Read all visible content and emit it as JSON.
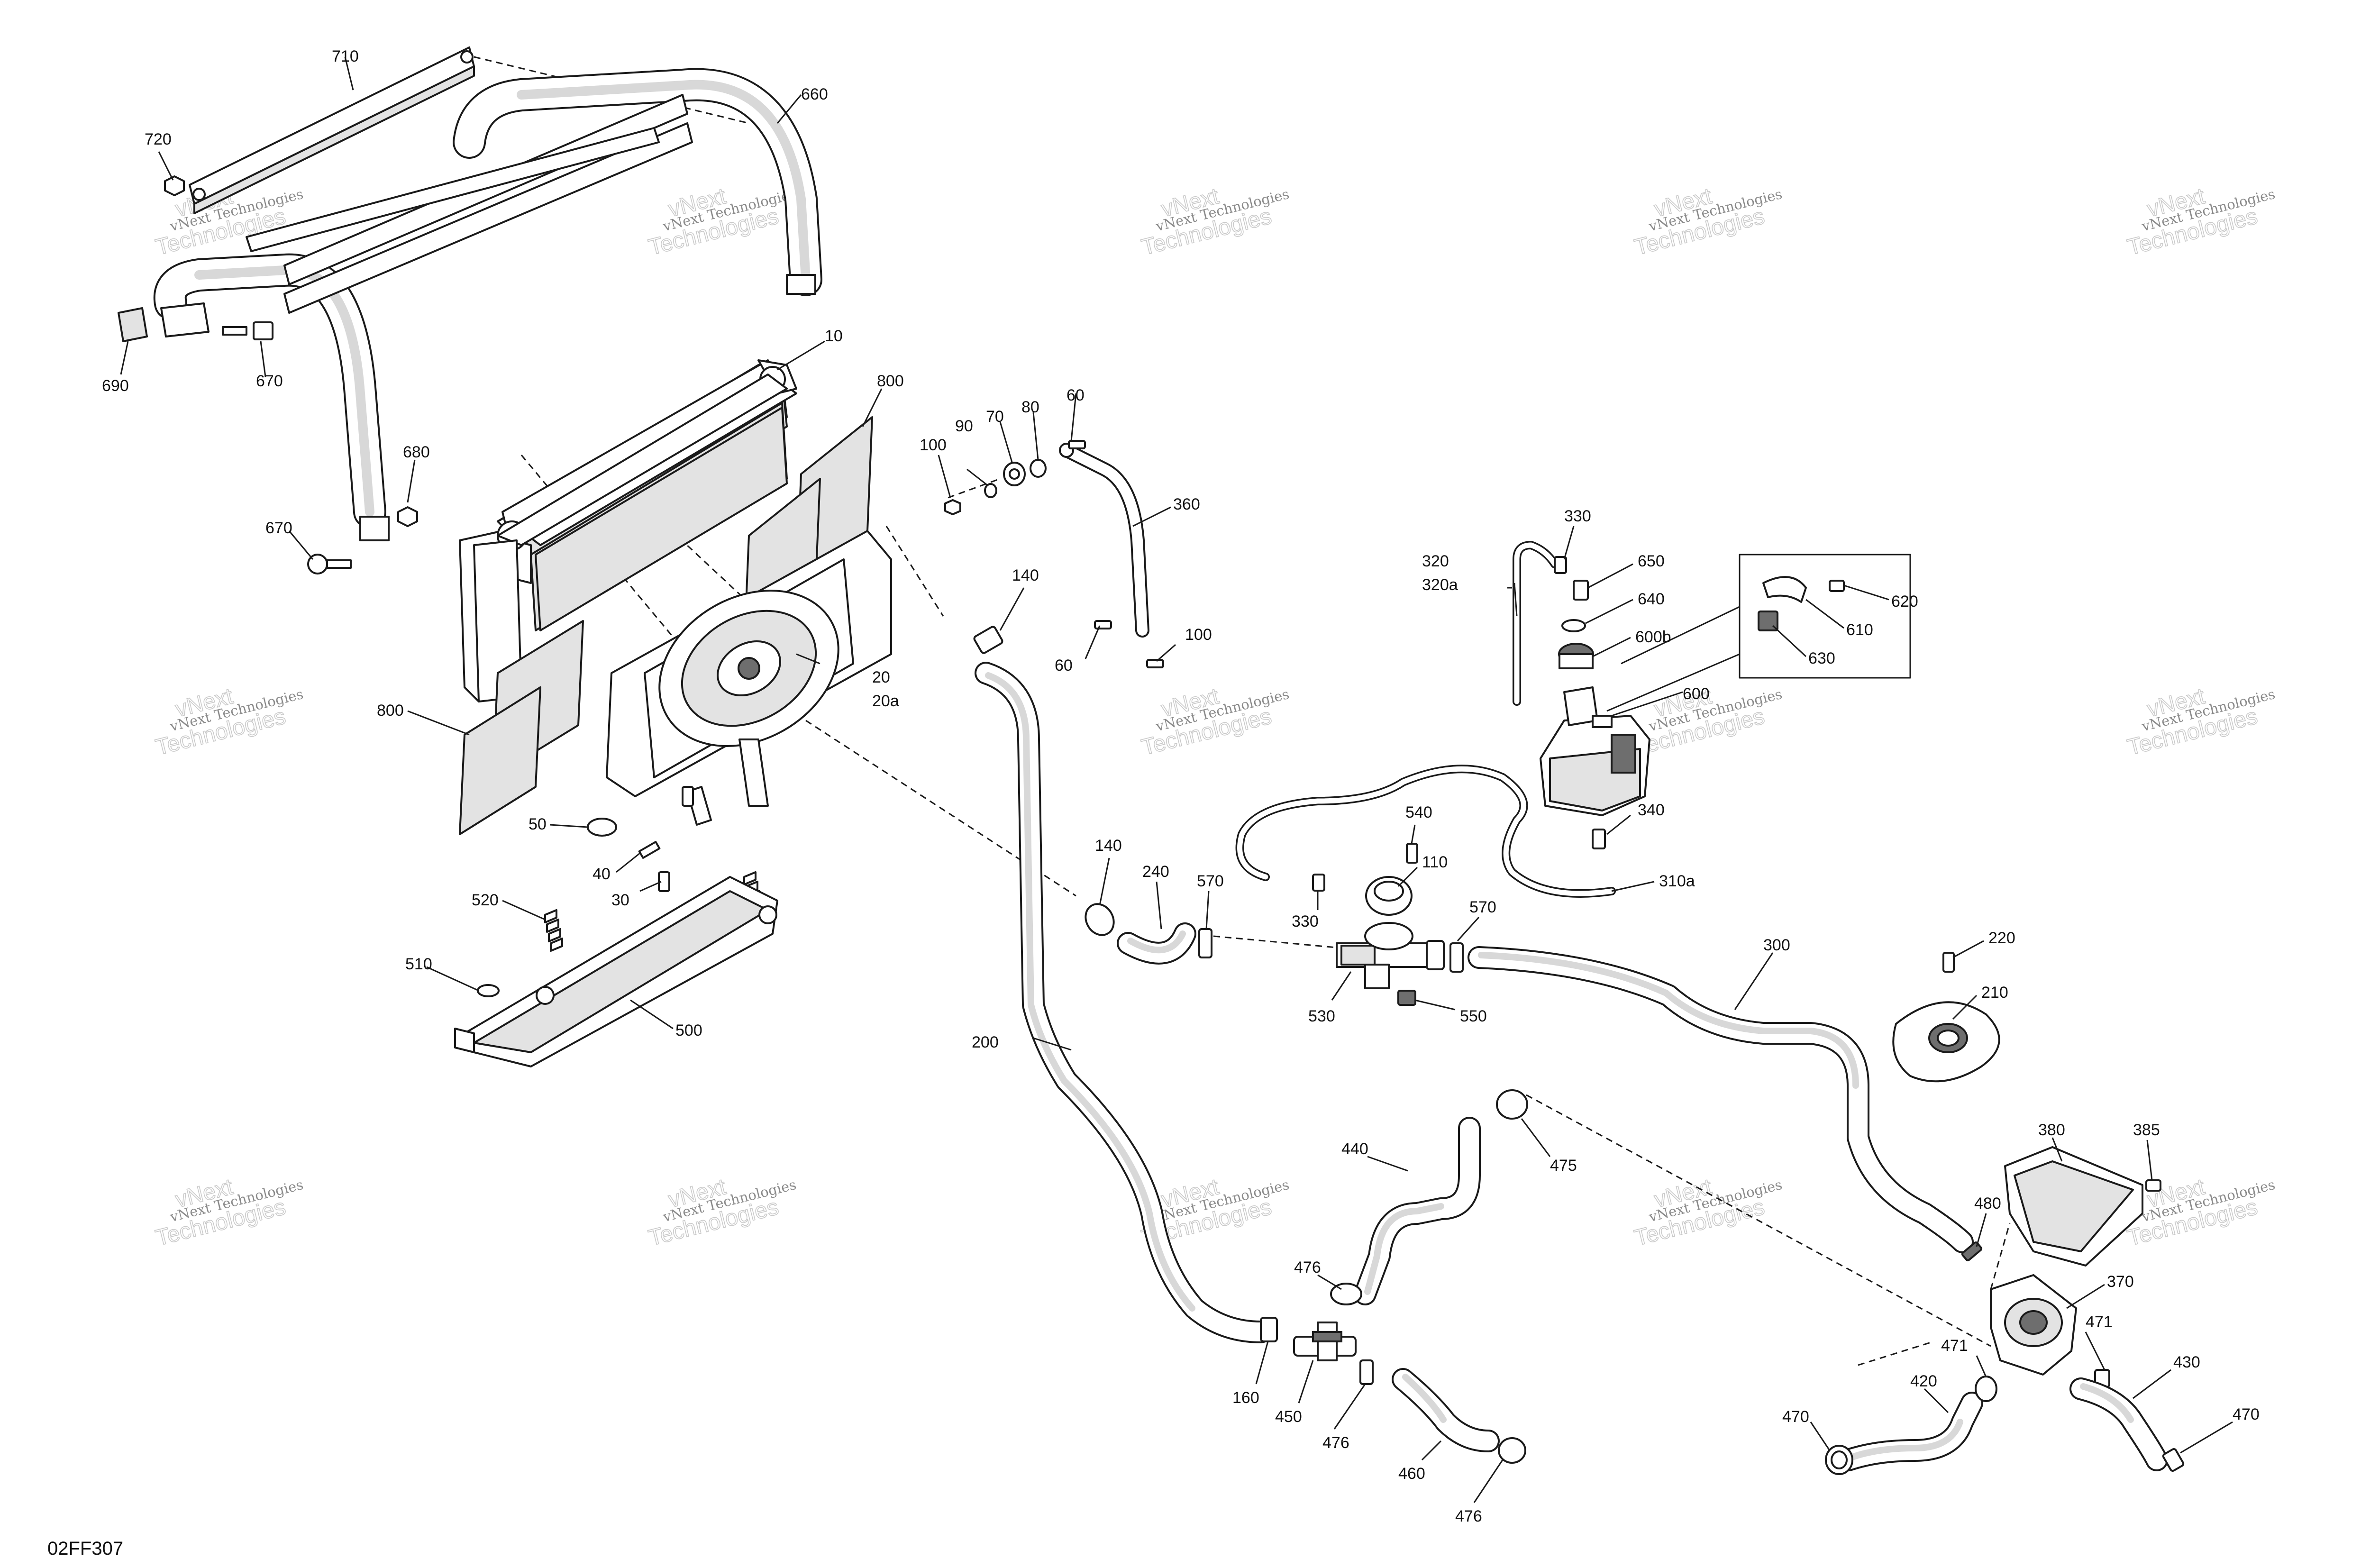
{
  "diagram": {
    "reference_code": "02FF307",
    "watermark": {
      "line1": "vNext Technologies",
      "line2": "vNext",
      "line3": "Technologies"
    },
    "callouts": {
      "c10": "10",
      "c20": "20",
      "c20a": "20a",
      "c30": "30",
      "c40": "40",
      "c50": "50",
      "c60a": "60",
      "c60b": "60",
      "c70": "70",
      "c80": "80",
      "c90": "90",
      "c100a": "100",
      "c100b": "100",
      "c110": "110",
      "c140a": "140",
      "c140b": "140",
      "c160": "160",
      "c200": "200",
      "c210": "210",
      "c220": "220",
      "c240": "240",
      "c300": "300",
      "c310a": "310a",
      "c320": "320",
      "c320a": "320a",
      "c330a": "330",
      "c330b": "330",
      "c340": "340",
      "c360": "360",
      "c370": "370",
      "c380": "380",
      "c385": "385",
      "c420": "420",
      "c430": "430",
      "c440": "440",
      "c450": "450",
      "c460": "460",
      "c470a": "470",
      "c470b": "470",
      "c471a": "471",
      "c471b": "471",
      "c475": "475",
      "c476a": "476",
      "c476b": "476",
      "c476c": "476",
      "c480": "480",
      "c500": "500",
      "c510": "510",
      "c520": "520",
      "c530": "530",
      "c540": "540",
      "c550": "550",
      "c570a": "570",
      "c570b": "570",
      "c600": "600",
      "c600b": "600b",
      "c610": "610",
      "c620": "620",
      "c630": "630",
      "c640": "640",
      "c650": "650",
      "c660": "660",
      "c670a": "670",
      "c670b": "670",
      "c680": "680",
      "c690": "690",
      "c710": "710",
      "c720": "720",
      "c800a": "800",
      "c800b": "800"
    }
  }
}
